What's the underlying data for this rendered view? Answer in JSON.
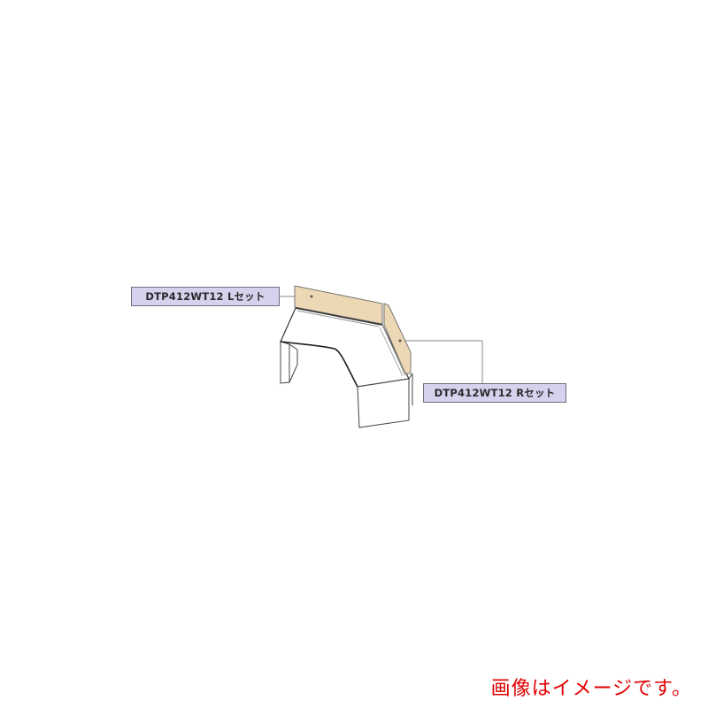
{
  "product_image": {
    "labels": {
      "left_set": "DTP412WT12 Lセット",
      "right_set": "DTP412WT12 Rセット"
    },
    "caption": "画像はイメージです。",
    "colors": {
      "label_fill": "#d6d2ee",
      "panel_fill": "#ecd8b4",
      "caption": "#e00000"
    }
  }
}
